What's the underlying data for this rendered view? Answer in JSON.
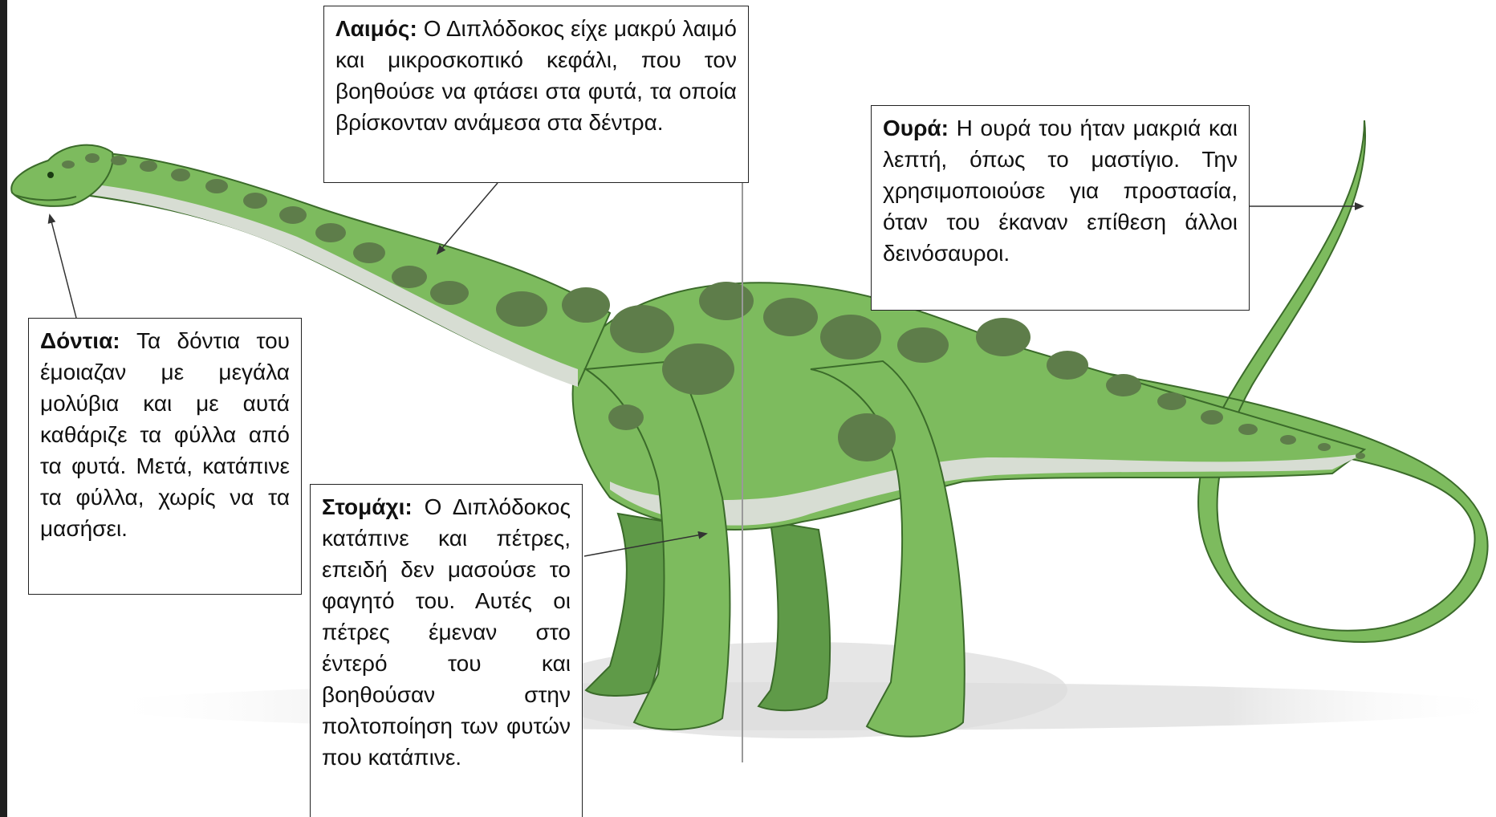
{
  "colors": {
    "body_green": "#7dbb5e",
    "dark_spot": "#5e7d4a",
    "belly": "#d7ddd3",
    "outline": "#3b6b2a",
    "shadow": "#e8e8e8"
  },
  "callouts": {
    "neck": {
      "title": "Λαιμός:",
      "text": "Ο Διπλόδοκος είχε μακρύ λαιμό και μικροσκοπικό κεφάλι, που τον βοηθούσε να φτάσει στα φυτά, τα οποία βρίσκονταν ανάμεσα στα δέντρα."
    },
    "tail": {
      "title": "Ουρά:",
      "text": "Η ουρά του ήταν μακριά και λεπτή, όπως το μαστίγιο. Την χρησιμοποιούσε για προστασία, όταν του έκαναν επίθεση άλλοι δεινόσαυροι."
    },
    "teeth": {
      "title": "Δόντια:",
      "text": "Τα δόντια του έμοιαζαν με μεγάλα μολύβια και με αυτά καθάριζε τα φύλλα από τα φυτά. Μετά, κατάπινε τα φύλλα, χωρίς να τα μασήσει."
    },
    "stomach": {
      "title": "Στομάχι:",
      "text": "Ο Διπλόδοκος κατάπινε και πέτρες, επειδή δεν μασούσε το φαγητό του. Αυτές οι πέτρες έμεναν στο έντερό του και βοηθούσαν στην πολτοποίηση των φυτών που κατάπινε."
    }
  }
}
